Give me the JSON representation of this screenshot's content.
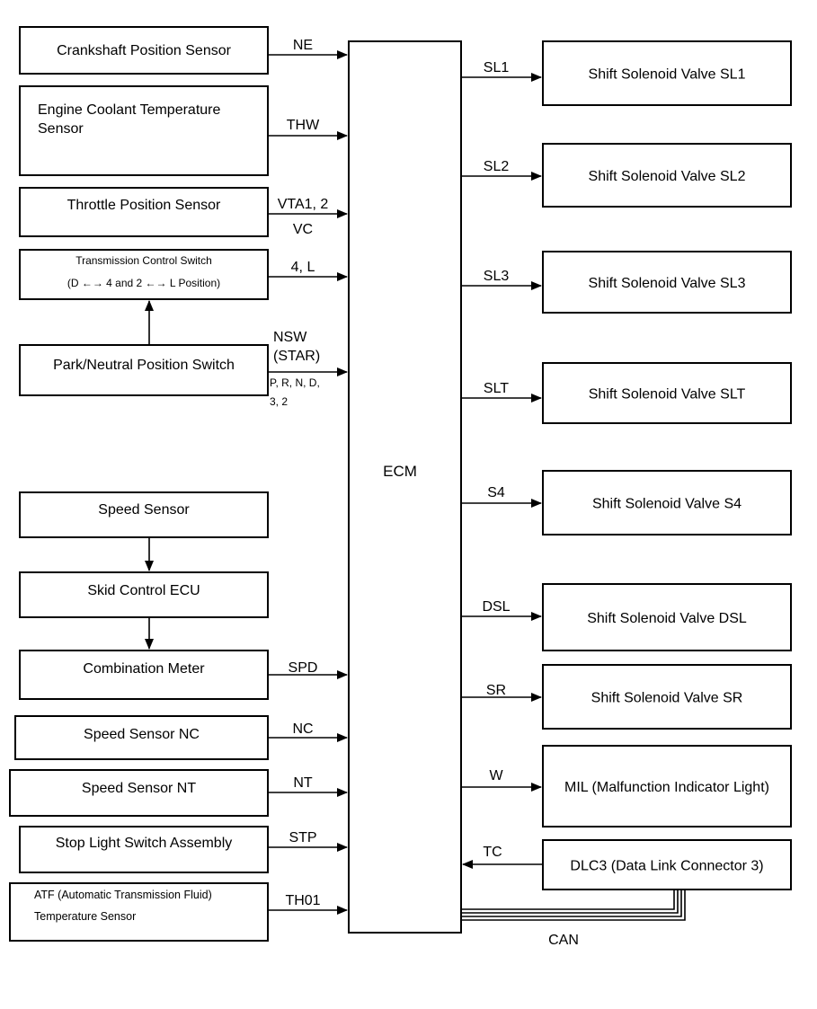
{
  "diagram": {
    "ecm": {
      "label": "ECM"
    },
    "inputs": [
      {
        "id": "crankshaft",
        "lines": [
          "Crankshaft Position Sensor"
        ],
        "signal": [
          "NE"
        ]
      },
      {
        "id": "coolant",
        "lines": [
          "Engine Coolant Temperature",
          "Sensor"
        ],
        "signal": [
          "THW"
        ]
      },
      {
        "id": "throttle",
        "lines": [
          "Throttle Position Sensor"
        ],
        "signal": [
          "VTA1, 2",
          "VC"
        ]
      },
      {
        "id": "trans-control",
        "lines": [
          "Transmission Control Switch",
          "(D ←→ 4 and 2 ←→ L Position)"
        ],
        "signal": [
          "4, L"
        ]
      },
      {
        "id": "park-neutral",
        "lines": [
          "Park/Neutral Position Switch"
        ],
        "signal": [
          "NSW",
          "(STAR)",
          "P, R, N, D,",
          "3, 2"
        ]
      },
      {
        "id": "speed-sensor",
        "lines": [
          "Speed Sensor"
        ],
        "signal": []
      },
      {
        "id": "skid-ecu",
        "lines": [
          "Skid Control ECU"
        ],
        "signal": []
      },
      {
        "id": "combination-meter",
        "lines": [
          "Combination Meter"
        ],
        "signal": [
          "SPD"
        ]
      },
      {
        "id": "speed-nc",
        "lines": [
          "Speed Sensor NC"
        ],
        "signal": [
          "NC"
        ]
      },
      {
        "id": "speed-nt",
        "lines": [
          "Speed Sensor NT"
        ],
        "signal": [
          "NT"
        ]
      },
      {
        "id": "stop-light",
        "lines": [
          "Stop Light Switch Assembly"
        ],
        "signal": [
          "STP"
        ]
      },
      {
        "id": "atf-temp",
        "lines": [
          "ATF (Automatic Transmission Fluid)",
          "Temperature Sensor"
        ],
        "signal": [
          "TH01"
        ]
      }
    ],
    "outputs": [
      {
        "id": "sl1",
        "lines": [
          "Shift Solenoid Valve SL1"
        ],
        "signal": "SL1"
      },
      {
        "id": "sl2",
        "lines": [
          "Shift Solenoid Valve SL2"
        ],
        "signal": "SL2"
      },
      {
        "id": "sl3",
        "lines": [
          "Shift Solenoid Valve SL3"
        ],
        "signal": "SL3"
      },
      {
        "id": "slt",
        "lines": [
          "Shift Solenoid Valve SLT"
        ],
        "signal": "SLT"
      },
      {
        "id": "s4",
        "lines": [
          "Shift Solenoid Valve S4"
        ],
        "signal": "S4"
      },
      {
        "id": "dsl",
        "lines": [
          "Shift Solenoid Valve DSL"
        ],
        "signal": "DSL"
      },
      {
        "id": "sr",
        "lines": [
          "Shift Solenoid Valve SR"
        ],
        "signal": "SR"
      },
      {
        "id": "mil",
        "lines": [
          "MIL (Malfunction Indicator Light)"
        ],
        "signal": "W"
      },
      {
        "id": "dlc3",
        "lines": [
          "DLC3 (Data Link Connector 3)"
        ],
        "signal": "TC"
      }
    ],
    "can": {
      "label": "CAN"
    }
  }
}
